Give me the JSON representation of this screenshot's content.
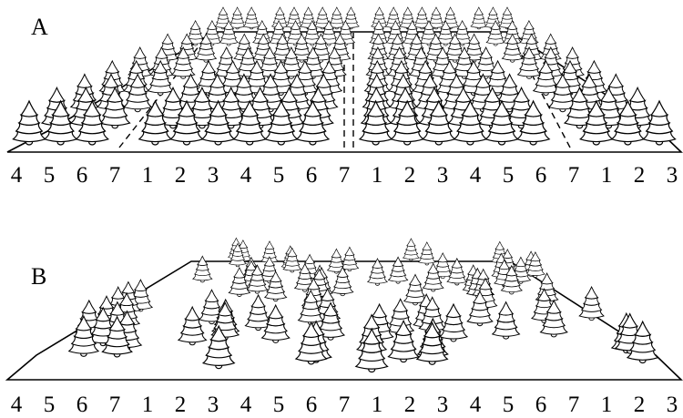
{
  "panels": [
    {
      "label": "A",
      "planting": "uniform",
      "row_numbers": [
        "4",
        "5",
        "6",
        "7",
        "1",
        "2",
        "3",
        "4",
        "5",
        "6",
        "7",
        "1",
        "2",
        "3",
        "4",
        "5",
        "6",
        "7",
        "1",
        "2",
        "3"
      ]
    },
    {
      "label": "B",
      "planting": "irregular",
      "row_numbers": [
        "4",
        "5",
        "6",
        "7",
        "1",
        "2",
        "3",
        "4",
        "5",
        "6",
        "7",
        "1",
        "2",
        "3",
        "4",
        "5",
        "6",
        "7",
        "1",
        "2",
        "3"
      ]
    }
  ],
  "icons": {
    "tree": "conifer-tree-icon"
  },
  "colors": {
    "line": "#000000",
    "tree_fill": "#ffffff",
    "background": "#ffffff"
  }
}
